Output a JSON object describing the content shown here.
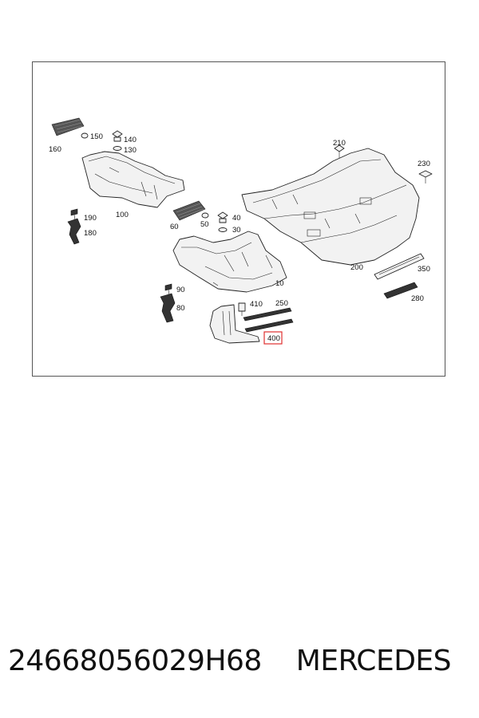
{
  "diagram": {
    "callouts": {
      "c10": "10",
      "c30": "30",
      "c40": "40",
      "c50": "50",
      "c60": "60",
      "c80": "80",
      "c90": "90",
      "c100": "100",
      "c130": "130",
      "c140": "140",
      "c150": "150",
      "c160": "160",
      "c180": "180",
      "c190": "190",
      "c200": "200",
      "c210": "210",
      "c230": "230",
      "c250": "250",
      "c280": "280",
      "c350": "350",
      "c400": "400",
      "c410": "410"
    },
    "highlight_color": "#e03030"
  },
  "footer": {
    "part_number": "24668056029H68",
    "brand": "MERCEDES"
  }
}
